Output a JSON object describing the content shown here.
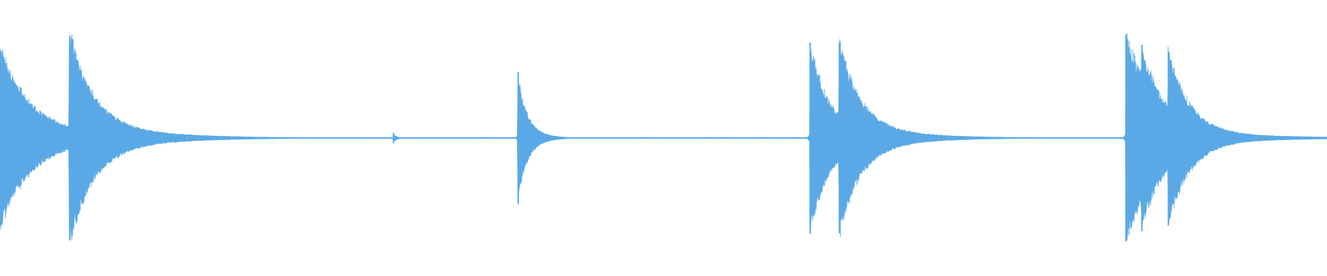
{
  "waveform": {
    "color": "#5aa9e6",
    "background": "#ffffff",
    "bursts": [
      {
        "name": "burst-1",
        "onset": 0.0,
        "peak": 0.84,
        "decay": 0.022,
        "tail": 0.1
      },
      {
        "name": "burst-2",
        "onset": 0.052,
        "peak": 0.99,
        "decay": 0.018,
        "tail": 0.12
      },
      {
        "name": "burst-3",
        "onset": 0.296,
        "peak": 0.05,
        "decay": 0.003,
        "tail": 0.01
      },
      {
        "name": "burst-4",
        "onset": 0.39,
        "peak": 0.64,
        "decay": 0.007,
        "tail": 0.05
      },
      {
        "name": "burst-5",
        "onset": 0.61,
        "peak": 0.92,
        "decay": 0.014,
        "tail": 0.08
      },
      {
        "name": "burst-6",
        "onset": 0.632,
        "peak": 0.92,
        "decay": 0.016,
        "tail": 0.1
      },
      {
        "name": "burst-7",
        "onset": 0.848,
        "peak": 1.0,
        "decay": 0.022,
        "tail": 0.08
      },
      {
        "name": "burst-8",
        "onset": 0.86,
        "peak": 0.9,
        "decay": 0.018,
        "tail": 0.05
      },
      {
        "name": "burst-9",
        "onset": 0.88,
        "peak": 0.84,
        "decay": 0.016,
        "tail": 0.08
      }
    ],
    "noise_floor": 0.008
  }
}
